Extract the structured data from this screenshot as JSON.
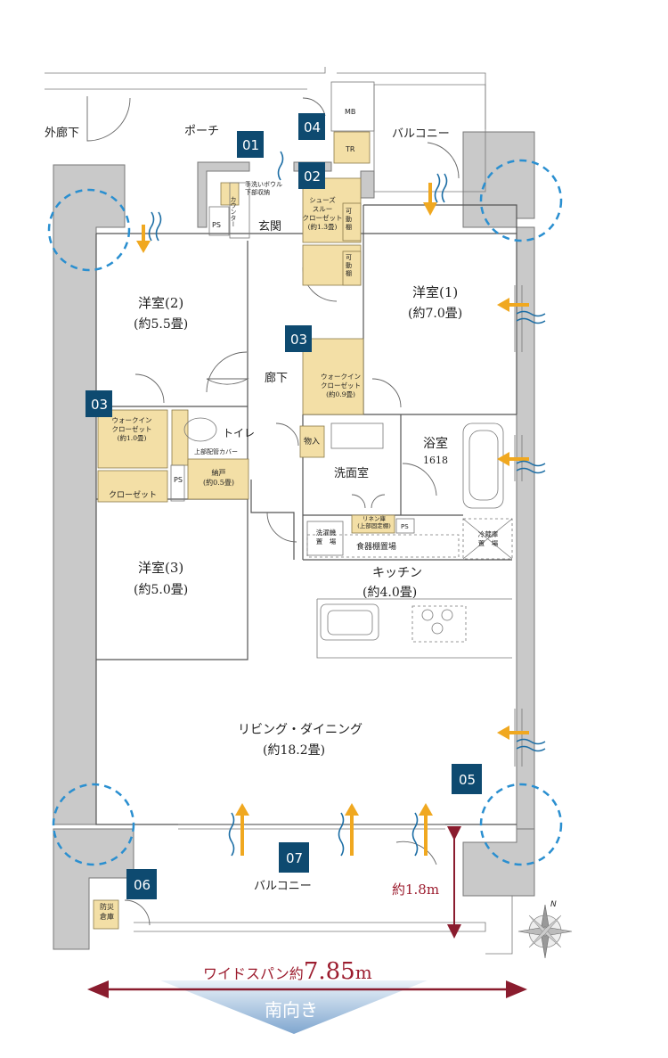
{
  "rooms": {
    "outer_corridor": "外廊下",
    "porch": "ポーチ",
    "balcony_top": "バルコニー",
    "mb": "MB",
    "tr": "TR",
    "hand_wash": "手洗いボウル\n下部収納",
    "counter": "カウンター",
    "ps_entry": "PS",
    "entrance": "玄関",
    "shoes_closet": "シューズ\nスルー\nクローゼット\n(約1.3畳)",
    "movable_shelf_1": "可\n動\n棚",
    "movable_shelf_2": "可\n動\n棚",
    "western2_name": "洋室(2)",
    "western2_size": "(約5.5畳)",
    "western1_name": "洋室(1)",
    "western1_size": "(約7.0畳)",
    "hallway": "廊下",
    "wic_big": "ウォークイン\nクローゼット\n(約0.9畳)",
    "wic_small": "ウォークイン\nクローゼット\n(約1.0畳)",
    "toilet": "トイレ",
    "pipe_cover": "上部配管カバー",
    "storage_in": "物入",
    "bathroom_name": "浴室",
    "bathroom_size": "1618",
    "ps_mid": "PS",
    "storeroom": "納戸\n(約0.5畳)",
    "closet": "クローゼット",
    "washroom": "洗面室",
    "linen": "リネン庫\n(上部固定棚)",
    "ps_linen": "PS",
    "washer": "洗濯機\n置　場",
    "dishwasher": "食器棚置場",
    "fridge": "冷蔵庫\n置　場",
    "kitchen_name": "キッチン",
    "kitchen_size": "(約4.0畳)",
    "western3_name": "洋室(3)",
    "western3_size": "(約5.0畳)",
    "living_name": "リビング・ダイニング",
    "living_size": "(約18.2畳)",
    "balcony_bottom": "バルコニー",
    "disaster_storage": "防災\n倉庫"
  },
  "tags": [
    "01",
    "02",
    "03",
    "04",
    "05",
    "06",
    "07",
    "03"
  ],
  "depth_label": "約1.8m",
  "span_label_prefix": "ワイドスパン約",
  "span_value": "7.85",
  "span_unit": "m",
  "orientation": "南向き",
  "compass": "N",
  "colors": {
    "tag": "#0e4a70",
    "storage": "#f3dfa6",
    "arrow": "#f0a820",
    "dim": "#9c1c2e",
    "circle": "#2a8fd0"
  }
}
